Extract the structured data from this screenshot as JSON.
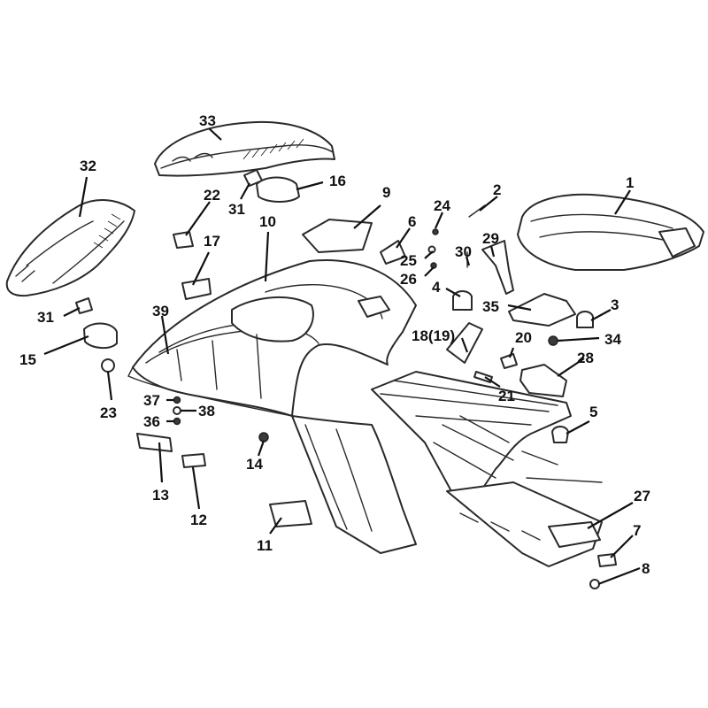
{
  "callouts": {
    "c1": "1",
    "c2": "2",
    "c3": "3",
    "c4": "4",
    "c5": "5",
    "c6": "6",
    "c7": "7",
    "c8": "8",
    "c9": "9",
    "c10": "10",
    "c11": "11",
    "c12": "12",
    "c13": "13",
    "c14": "14",
    "c15": "15",
    "c16": "16",
    "c17": "17",
    "c18_19": "18(19)",
    "c20": "20",
    "c21": "21",
    "c22": "22",
    "c23": "23",
    "c24": "24",
    "c25": "25",
    "c26": "26",
    "c27": "27",
    "c28": "28",
    "c29": "29",
    "c30": "30",
    "c31a": "31",
    "c31b": "31",
    "c32": "32",
    "c33": "33",
    "c34": "34",
    "c35": "35",
    "c36": "36",
    "c37": "37",
    "c38": "38",
    "c39": "39"
  }
}
